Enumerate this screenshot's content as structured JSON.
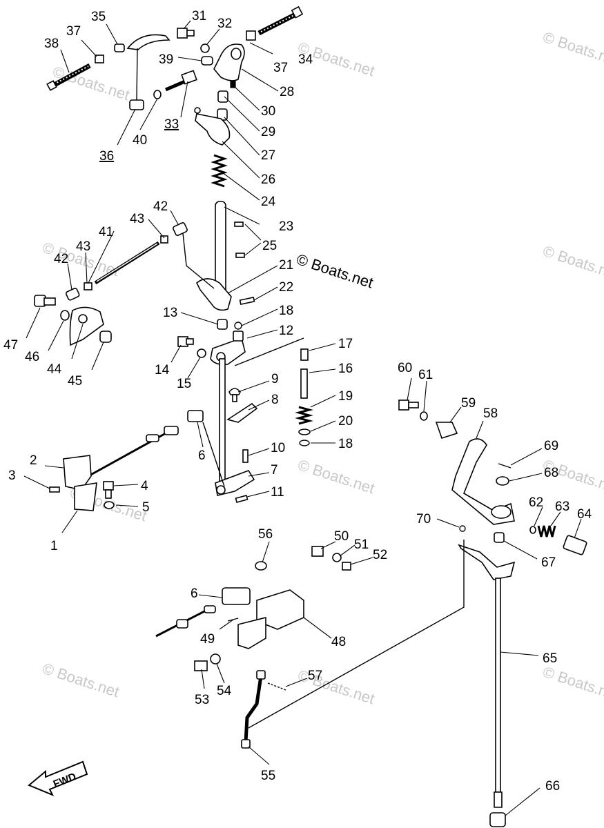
{
  "watermark": "© Boats.net",
  "direction_label": "FWD",
  "callouts": [
    {
      "id": "p1",
      "text": "1"
    },
    {
      "id": "p2",
      "text": "2"
    },
    {
      "id": "p3",
      "text": "3"
    },
    {
      "id": "p4",
      "text": "4"
    },
    {
      "id": "p5",
      "text": "5"
    },
    {
      "id": "p6a",
      "text": "6"
    },
    {
      "id": "p6b",
      "text": "6"
    },
    {
      "id": "p7",
      "text": "7"
    },
    {
      "id": "p8",
      "text": "8"
    },
    {
      "id": "p9",
      "text": "9"
    },
    {
      "id": "p10",
      "text": "10"
    },
    {
      "id": "p11",
      "text": "11"
    },
    {
      "id": "p12",
      "text": "12"
    },
    {
      "id": "p13",
      "text": "13"
    },
    {
      "id": "p14",
      "text": "14"
    },
    {
      "id": "p15",
      "text": "15"
    },
    {
      "id": "p16",
      "text": "16"
    },
    {
      "id": "p17",
      "text": "17"
    },
    {
      "id": "p18a",
      "text": "18"
    },
    {
      "id": "p18b",
      "text": "18"
    },
    {
      "id": "p19",
      "text": "19"
    },
    {
      "id": "p20",
      "text": "20"
    },
    {
      "id": "p21",
      "text": "21"
    },
    {
      "id": "p22",
      "text": "22"
    },
    {
      "id": "p23",
      "text": "23"
    },
    {
      "id": "p24",
      "text": "24"
    },
    {
      "id": "p25",
      "text": "25"
    },
    {
      "id": "p26",
      "text": "26"
    },
    {
      "id": "p27",
      "text": "27"
    },
    {
      "id": "p28",
      "text": "28"
    },
    {
      "id": "p29",
      "text": "29"
    },
    {
      "id": "p30",
      "text": "30"
    },
    {
      "id": "p31",
      "text": "31"
    },
    {
      "id": "p32",
      "text": "32"
    },
    {
      "id": "p33",
      "text": "33"
    },
    {
      "id": "p34",
      "text": "34"
    },
    {
      "id": "p35",
      "text": "35"
    },
    {
      "id": "p36",
      "text": "36"
    },
    {
      "id": "p37a",
      "text": "37"
    },
    {
      "id": "p37b",
      "text": "37"
    },
    {
      "id": "p38",
      "text": "38"
    },
    {
      "id": "p39",
      "text": "39"
    },
    {
      "id": "p40",
      "text": "40"
    },
    {
      "id": "p41",
      "text": "41"
    },
    {
      "id": "p42a",
      "text": "42"
    },
    {
      "id": "p42b",
      "text": "42"
    },
    {
      "id": "p43a",
      "text": "43"
    },
    {
      "id": "p43b",
      "text": "43"
    },
    {
      "id": "p44",
      "text": "44"
    },
    {
      "id": "p45",
      "text": "45"
    },
    {
      "id": "p46",
      "text": "46"
    },
    {
      "id": "p47",
      "text": "47"
    },
    {
      "id": "p48",
      "text": "48"
    },
    {
      "id": "p49",
      "text": "49"
    },
    {
      "id": "p50",
      "text": "50"
    },
    {
      "id": "p51",
      "text": "51"
    },
    {
      "id": "p52",
      "text": "52"
    },
    {
      "id": "p53",
      "text": "53"
    },
    {
      "id": "p54",
      "text": "54"
    },
    {
      "id": "p55",
      "text": "55"
    },
    {
      "id": "p56",
      "text": "56"
    },
    {
      "id": "p57",
      "text": "57"
    },
    {
      "id": "p58",
      "text": "58"
    },
    {
      "id": "p59",
      "text": "59"
    },
    {
      "id": "p60",
      "text": "60"
    },
    {
      "id": "p61",
      "text": "61"
    },
    {
      "id": "p62",
      "text": "62"
    },
    {
      "id": "p63",
      "text": "63"
    },
    {
      "id": "p64",
      "text": "64"
    },
    {
      "id": "p65",
      "text": "65"
    },
    {
      "id": "p66",
      "text": "66"
    },
    {
      "id": "p67",
      "text": "67"
    },
    {
      "id": "p68",
      "text": "68"
    },
    {
      "id": "p69",
      "text": "69"
    },
    {
      "id": "p70",
      "text": "70"
    }
  ]
}
